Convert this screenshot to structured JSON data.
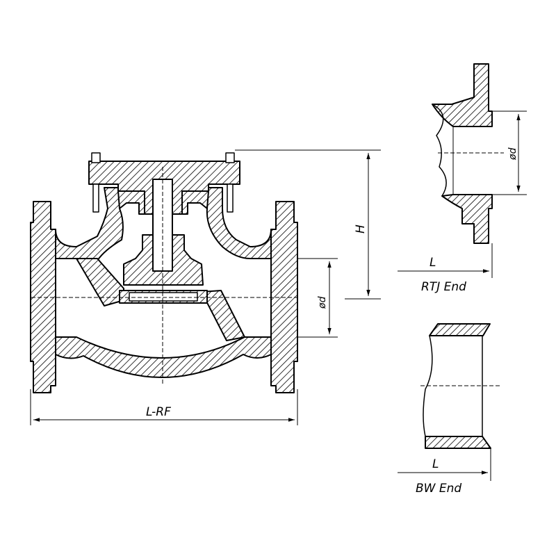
{
  "main_view": {
    "length_label": "L-RF",
    "height_label": "H",
    "bore_label": "ød"
  },
  "rtj_view": {
    "length_label": "L",
    "caption": "RTJ End",
    "bore_label": "ød"
  },
  "bw_view": {
    "length_label": "L",
    "caption": "BW End"
  },
  "colors": {
    "line": "#000000",
    "background": "#ffffff"
  }
}
